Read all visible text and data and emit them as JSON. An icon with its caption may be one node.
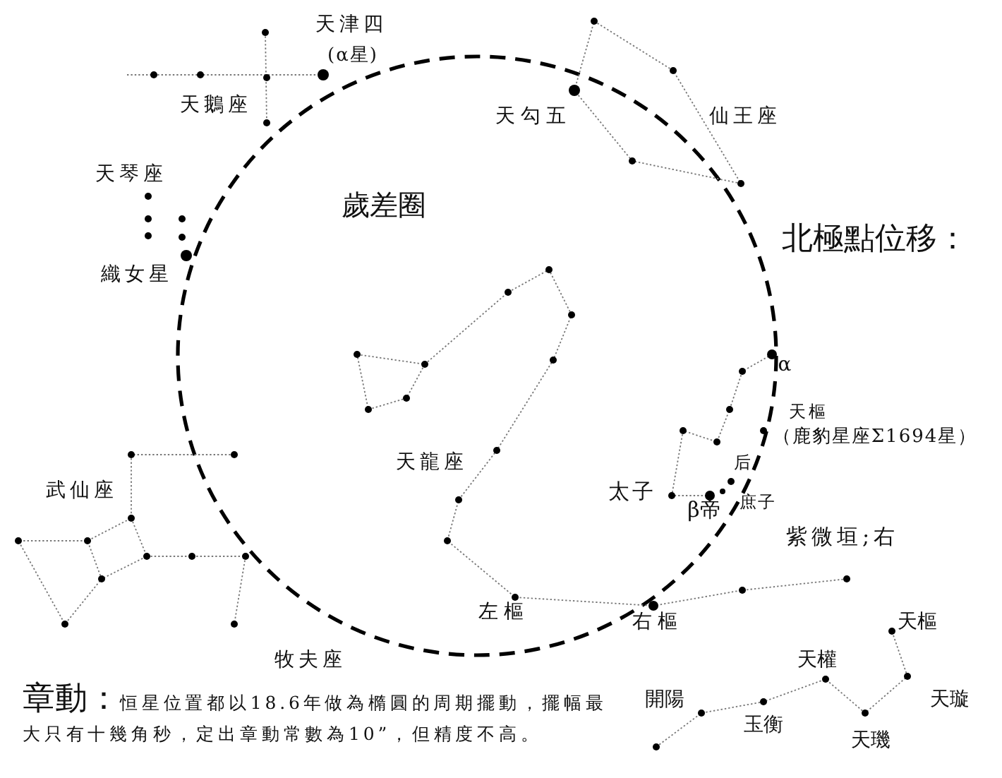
{
  "diagram": {
    "labels": [
      "天津四",
      "(α星)",
      "天鵝座",
      "天勾五",
      "仙王座",
      "天琴座",
      "歲差圈",
      "北極點位移：",
      "織女星",
      "α",
      "天樞",
      "（鹿豹星座Σ1694星）",
      "天龍座",
      "后",
      "武仙座",
      "太子",
      "β帝",
      "庶子",
      "紫微垣;右",
      "左樞",
      "右樞",
      "天樞",
      "天權",
      "開陽",
      "天璇",
      "玉衡",
      "天璣",
      "牧夫座",
      "章動：",
      "恒星位置都以18.6年做為橢圓的周期擺動，擺幅最大只有十幾角秒，定出章動常數為10”，但精度不高。"
    ]
  }
}
